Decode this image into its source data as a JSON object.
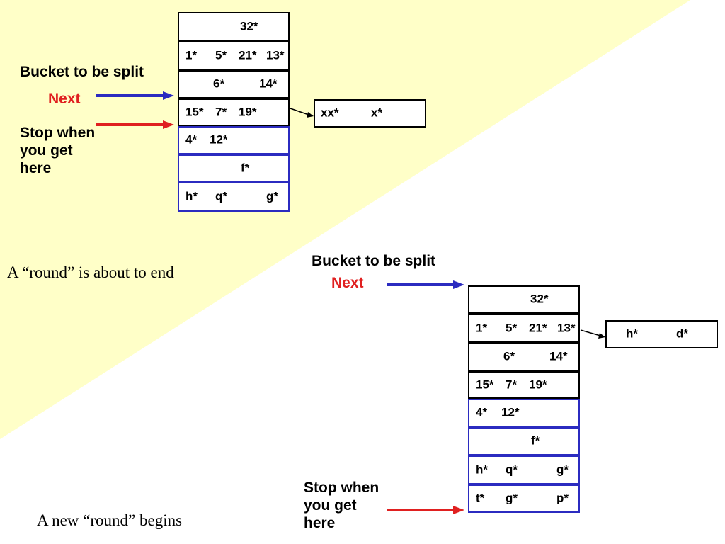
{
  "colors": {
    "background_band": "#ffffc8",
    "blue_arrow": "#2b2bc0",
    "red_arrow": "#e02020",
    "label_red": "#e02020",
    "bucket_border_highlight": "#2b2bc0"
  },
  "top": {
    "bucket_to_be_split_label": "Bucket to be split",
    "next_label": "Next",
    "stop_label": "Stop when\nyou get\nhere",
    "caption": "A “round” is about to end",
    "buckets": [
      {
        "items": [
          "32*"
        ]
      },
      {
        "items": [
          "1*",
          "5*",
          "21*",
          "13*"
        ]
      },
      {
        "items": [
          "6*",
          "14*"
        ]
      },
      {
        "items": [
          "15*",
          "7*",
          "19*"
        ]
      },
      {
        "items": [
          "4*",
          "12*"
        ]
      },
      {
        "items": [
          "f*"
        ]
      },
      {
        "items": [
          "h*",
          "q*",
          "g*"
        ]
      }
    ],
    "overflow": {
      "items": [
        "xx*",
        "x*"
      ]
    }
  },
  "bottom": {
    "bucket_to_be_split_label": "Bucket to be split",
    "next_label": "Next",
    "stop_label": "Stop when\nyou get\nhere",
    "caption": "A new “round” begins",
    "buckets": [
      {
        "items": [
          "32*"
        ]
      },
      {
        "items": [
          "1*",
          "5*",
          "21*",
          "13*"
        ]
      },
      {
        "items": [
          "6*",
          "14*"
        ]
      },
      {
        "items": [
          "15*",
          "7*",
          "19*"
        ]
      },
      {
        "items": [
          "4*",
          "12*"
        ]
      },
      {
        "items": [
          "f*"
        ]
      },
      {
        "items": [
          "h*",
          "q*",
          "g*"
        ]
      },
      {
        "items": [
          "t*",
          "g*",
          "p*"
        ]
      }
    ],
    "overflow": {
      "items": [
        "h*",
        "d*"
      ]
    }
  }
}
